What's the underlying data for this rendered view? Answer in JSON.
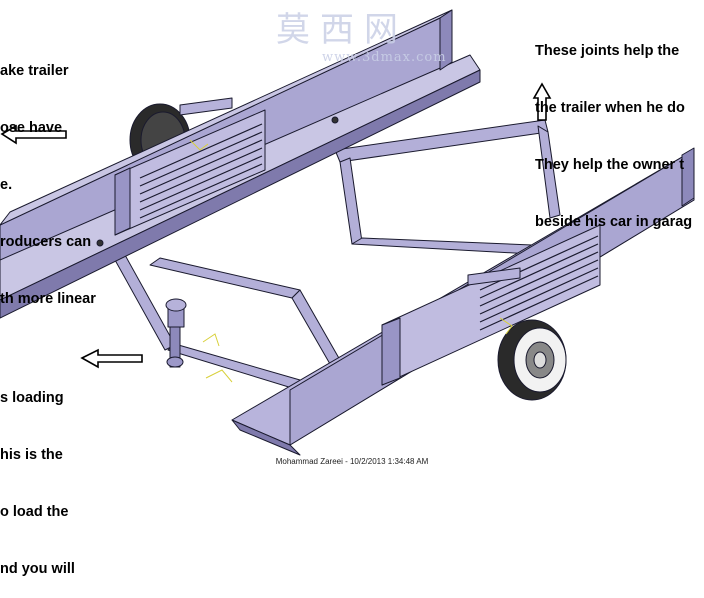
{
  "annotations": {
    "top_left": [
      "ake trailer",
      "ose have",
      "e.",
      "roducers can",
      "th more linear"
    ],
    "bottom_left": [
      "s loading",
      "his is the",
      "o load the",
      "nd you will"
    ],
    "top_right": [
      "These joints help the",
      "the trailer when he do",
      "They help the owner t",
      "beside his car in garag"
    ]
  },
  "watermark": {
    "chinese": "莫西网",
    "url": "www.3dmax.com"
  },
  "footer_credit": "Mohammad Zareei - 10/2/2013 1:34:48 AM",
  "colors": {
    "frame_light": "#c9c6e4",
    "frame_mid": "#aaa6d2",
    "frame_dark": "#7f7aac",
    "outline": "#1a1a2e",
    "background": "#ffffff"
  },
  "icons": [
    "arrow-left-icon",
    "arrow-up-icon",
    "wheel-icon",
    "hitch-icon"
  ]
}
